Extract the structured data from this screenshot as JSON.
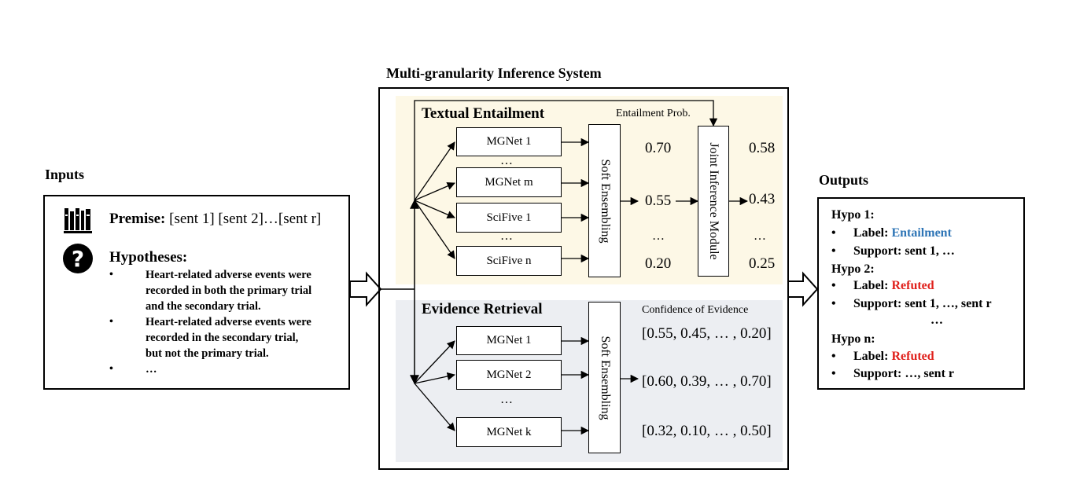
{
  "inputs": {
    "title": "Inputs",
    "premise_label": "Premise:",
    "premise_text": "[sent 1] [sent 2]…[sent r]",
    "hypotheses_label": "Hypotheses:",
    "hypothesis_1_line_1": "Heart-related adverse events were",
    "hypothesis_1_line_2": "recorded in both the primary trial",
    "hypothesis_1_line_3": "and the secondary trial.",
    "hypothesis_2_line_1": "Heart-related adverse events were",
    "hypothesis_2_line_2": "recorded in the secondary trial,",
    "hypothesis_2_line_3": "but not the primary trial.",
    "hypothesis_more": "…",
    "bullet": "•",
    "icons": [
      "books-icon",
      "question-circle-icon"
    ]
  },
  "system": {
    "title": "Multi-granularity Inference System",
    "textual_entailment": {
      "title": "Textual Entailment",
      "models": [
        "MGNet 1",
        "MGNet m",
        "SciFive 1",
        "SciFive n"
      ],
      "dots": "…",
      "soft_ensembling": "Soft Ensembling",
      "ensemble_probs": [
        "0.70",
        "0.55",
        "…",
        "0.20"
      ],
      "entailment_prob_label": "Entailment Prob.",
      "joint_inference": "Joint Inference Module",
      "joint_probs": [
        "0.58",
        "0.43",
        "…",
        "0.25"
      ],
      "background": "#fdf8e6"
    },
    "evidence_retrieval": {
      "title": "Evidence Retrieval",
      "models": [
        "MGNet 1",
        "MGNet 2",
        "MGNet k"
      ],
      "dots": "…",
      "soft_ensembling": "Soft Ensembling",
      "confidence_label": "Confidence of Evidence",
      "confidences": [
        "[0.55, 0.45, … , 0.20]",
        "[0.60, 0.39, … , 0.70]",
        "[0.32, 0.10, … , 0.50]"
      ],
      "background": "#eceef2"
    }
  },
  "outputs": {
    "title": "Outputs",
    "hypo_1": "Hypo 1:",
    "hypo_1_label_key": "Label:",
    "hypo_1_label_value": "Entailment",
    "hypo_1_support": "Support: sent 1, …",
    "hypo_2": "Hypo 2:",
    "hypo_2_label_key": "Label:",
    "hypo_2_label_value": "Refuted",
    "hypo_2_support": "Support: sent 1, …, sent r",
    "middle_dots": "…",
    "hypo_n": "Hypo n:",
    "hypo_n_label_key": "Label:",
    "hypo_n_label_value": "Refuted",
    "hypo_n_support": "Support: …, sent r",
    "bullet": "•",
    "colors": {
      "entailment": "#2e75b6",
      "refuted": "#e0201b"
    }
  }
}
